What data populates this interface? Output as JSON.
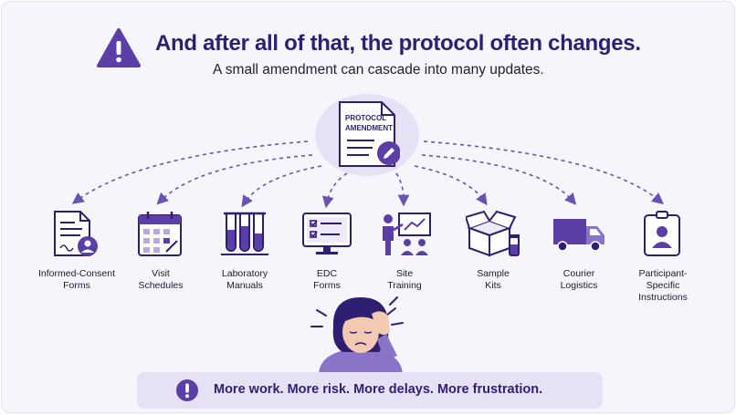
{
  "header": {
    "title": "And after all of that, the protocol often changes.",
    "subtitle": "A small amendment can cascade into many updates.",
    "warning_icon": "warning-triangle-icon"
  },
  "center_document": {
    "line1": "PROTOCOL",
    "line2": "AMENDMENT",
    "icon": "document-edit-icon"
  },
  "items": [
    {
      "line1": "Informed-Consent",
      "line2": "Forms",
      "line3": "",
      "icon": "consent-form-icon"
    },
    {
      "line1": "Visit",
      "line2": "Schedules",
      "line3": "",
      "icon": "calendar-icon"
    },
    {
      "line1": "Laboratory",
      "line2": "Manuals",
      "line3": "",
      "icon": "test-tubes-icon"
    },
    {
      "line1": "EDC",
      "line2": "Forms",
      "line3": "",
      "icon": "monitor-checklist-icon"
    },
    {
      "line1": "Site",
      "line2": "Training",
      "line3": "",
      "icon": "training-presentation-icon"
    },
    {
      "line1": "Sample",
      "line2": "Kits",
      "line3": "",
      "icon": "box-vial-icon"
    },
    {
      "line1": "Courier",
      "line2": "Logistics",
      "line3": "",
      "icon": "truck-icon"
    },
    {
      "line1": "Participant-",
      "line2": "Specific",
      "line3": "Instructions",
      "icon": "id-badge-icon"
    }
  ],
  "banner": {
    "text": "More work.  More risk.  More delays.  More frustration.",
    "icon": "exclamation-circle-icon"
  },
  "colors": {
    "brand_purple": "#5b3fa6",
    "dark_navy": "#2f1f72",
    "light_lavender": "#e7e1f5",
    "background": "#f7f5fc"
  }
}
